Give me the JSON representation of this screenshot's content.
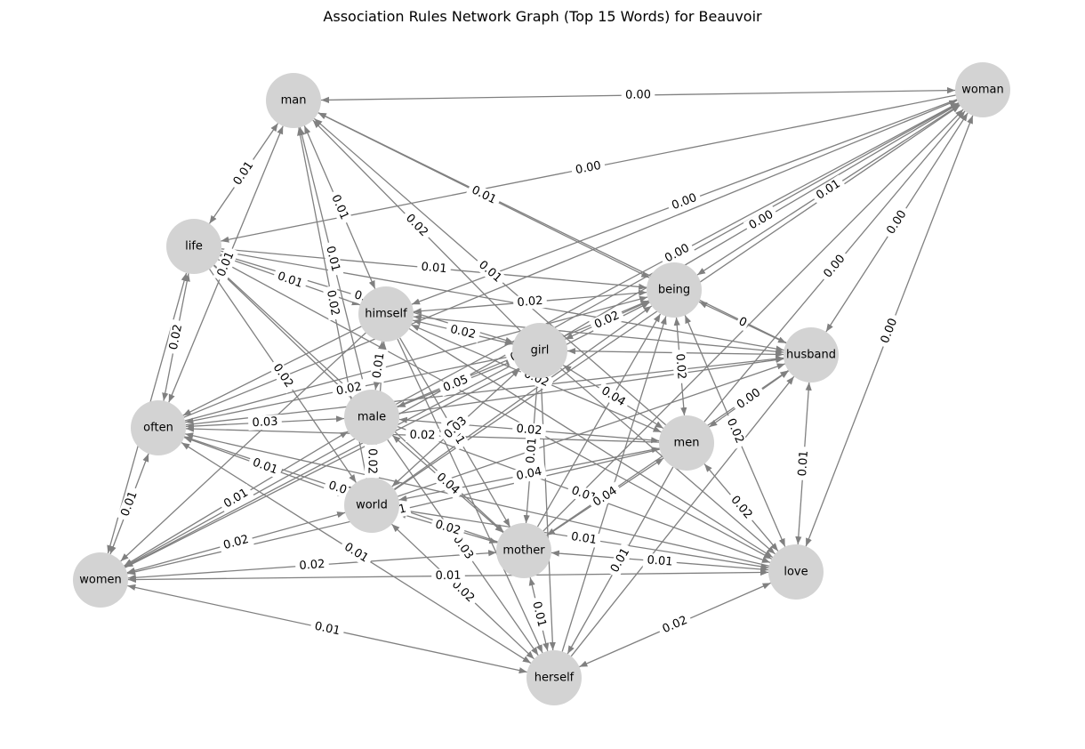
{
  "title": "Association Rules Network Graph (Top 15 Words) for Beauvoir",
  "colors": {
    "node_fill": "#d3d3d3",
    "edge": "#808080",
    "label_text": "#000000",
    "background": "#ffffff"
  },
  "nodes": [
    {
      "id": "man",
      "label": "man"
    },
    {
      "id": "woman",
      "label": "woman"
    },
    {
      "id": "life",
      "label": "life"
    },
    {
      "id": "being",
      "label": "being"
    },
    {
      "id": "himself",
      "label": "himself"
    },
    {
      "id": "girl",
      "label": "girl"
    },
    {
      "id": "husband",
      "label": "husband"
    },
    {
      "id": "often",
      "label": "often"
    },
    {
      "id": "male",
      "label": "male"
    },
    {
      "id": "men",
      "label": "men"
    },
    {
      "id": "world",
      "label": "world"
    },
    {
      "id": "mother",
      "label": "mother"
    },
    {
      "id": "love",
      "label": "love"
    },
    {
      "id": "women",
      "label": "women"
    },
    {
      "id": "herself",
      "label": "herself"
    }
  ],
  "edges": [
    {
      "source": "woman",
      "target": "man",
      "label": "0.00",
      "dir": "both"
    },
    {
      "source": "woman",
      "target": "life",
      "label": "0.00",
      "dir": "forward"
    },
    {
      "source": "man",
      "target": "being",
      "label": "0.01",
      "dir": "both"
    },
    {
      "source": "man",
      "target": "life",
      "label": "0.01",
      "dir": "both"
    },
    {
      "source": "man",
      "target": "men",
      "label": "0.01",
      "dir": "backward"
    },
    {
      "source": "man",
      "target": "himself",
      "label": "0.01",
      "dir": "both"
    },
    {
      "source": "man",
      "target": "girl",
      "label": "0.02",
      "dir": "backward"
    },
    {
      "source": "man",
      "target": "male",
      "label": "0.01",
      "dir": "backward"
    },
    {
      "source": "man",
      "target": "often",
      "label": "0.01",
      "dir": "both"
    },
    {
      "source": "man",
      "target": "world",
      "label": "0.02",
      "dir": "backward"
    },
    {
      "source": "man",
      "target": "husband",
      "label": "",
      "dir": "backward"
    },
    {
      "source": "woman",
      "target": "himself",
      "label": "0.00",
      "dir": "forward"
    },
    {
      "source": "woman",
      "target": "girl",
      "label": "0.00",
      "dir": "backward"
    },
    {
      "source": "woman",
      "target": "being",
      "label": "0.01",
      "dir": "both"
    },
    {
      "source": "woman",
      "target": "husband",
      "label": "0.00",
      "dir": "both"
    },
    {
      "source": "woman",
      "target": "love",
      "label": "0.00",
      "dir": "both"
    },
    {
      "source": "woman",
      "target": "men",
      "label": "0.00",
      "dir": "backward"
    },
    {
      "source": "woman",
      "target": "male",
      "label": "0.00",
      "dir": "backward"
    },
    {
      "source": "woman",
      "target": "often",
      "label": "",
      "dir": "backward"
    },
    {
      "source": "woman",
      "target": "women",
      "label": "",
      "dir": "backward"
    },
    {
      "source": "woman",
      "target": "mother",
      "label": "",
      "dir": "backward"
    },
    {
      "source": "woman",
      "target": "world",
      "label": "0.00",
      "dir": "backward"
    },
    {
      "source": "life",
      "target": "being",
      "label": "0.01",
      "dir": "forward"
    },
    {
      "source": "life",
      "target": "often",
      "label": "0.02",
      "dir": "both"
    },
    {
      "source": "life",
      "target": "himself",
      "label": "0.01",
      "dir": "forward"
    },
    {
      "source": "life",
      "target": "girl",
      "label": "0.02",
      "dir": "forward"
    },
    {
      "source": "life",
      "target": "world",
      "label": "0.02",
      "dir": "forward"
    },
    {
      "source": "life",
      "target": "mother",
      "label": "",
      "dir": "forward"
    },
    {
      "source": "life",
      "target": "husband",
      "label": "",
      "dir": "forward"
    },
    {
      "source": "life",
      "target": "women",
      "label": "",
      "dir": "both"
    },
    {
      "source": "life",
      "target": "male",
      "label": "",
      "dir": "forward"
    },
    {
      "source": "life",
      "target": "love",
      "label": "",
      "dir": "forward"
    },
    {
      "source": "being",
      "target": "husband",
      "label": "0",
      "dir": "both"
    },
    {
      "source": "being",
      "target": "men",
      "label": "0.02",
      "dir": "both"
    },
    {
      "source": "being",
      "target": "love",
      "label": "0.02",
      "dir": "both"
    },
    {
      "source": "being",
      "target": "herself",
      "label": "",
      "dir": "backward"
    },
    {
      "source": "being",
      "target": "girl",
      "label": "0.02",
      "dir": "both"
    },
    {
      "source": "being",
      "target": "himself",
      "label": "0.02",
      "dir": "both"
    },
    {
      "source": "being",
      "target": "male",
      "label": "0.01",
      "dir": "backward"
    },
    {
      "source": "being",
      "target": "often",
      "label": "",
      "dir": "backward"
    },
    {
      "source": "being",
      "target": "women",
      "label": "",
      "dir": "backward"
    },
    {
      "source": "being",
      "target": "world",
      "label": "",
      "dir": "backward"
    },
    {
      "source": "being",
      "target": "mother",
      "label": "",
      "dir": "backward"
    },
    {
      "source": "himself",
      "target": "girl",
      "label": "0.02",
      "dir": "both"
    },
    {
      "source": "himself",
      "target": "male",
      "label": "0.01",
      "dir": "both"
    },
    {
      "source": "himself",
      "target": "often",
      "label": "",
      "dir": "forward"
    },
    {
      "source": "himself",
      "target": "husband",
      "label": "",
      "dir": "both"
    },
    {
      "source": "himself",
      "target": "men",
      "label": "0.02",
      "dir": "both"
    },
    {
      "source": "himself",
      "target": "mother",
      "label": "0.01",
      "dir": "forward"
    },
    {
      "source": "himself",
      "target": "world",
      "label": "",
      "dir": "backward"
    },
    {
      "source": "himself",
      "target": "love",
      "label": "",
      "dir": "forward"
    },
    {
      "source": "himself",
      "target": "women",
      "label": "",
      "dir": "forward"
    },
    {
      "source": "himself",
      "target": "herself",
      "label": "",
      "dir": "forward"
    },
    {
      "source": "girl",
      "target": "husband",
      "label": "",
      "dir": "both"
    },
    {
      "source": "girl",
      "target": "male",
      "label": "0.05",
      "dir": "both"
    },
    {
      "source": "girl",
      "target": "men",
      "label": "0.04",
      "dir": "both"
    },
    {
      "source": "girl",
      "target": "often",
      "label": "0.02",
      "dir": "forward"
    },
    {
      "source": "girl",
      "target": "world",
      "label": "0.03",
      "dir": "both"
    },
    {
      "source": "girl",
      "target": "mother",
      "label": "0.01",
      "dir": "both"
    },
    {
      "source": "girl",
      "target": "women",
      "label": "",
      "dir": "forward"
    },
    {
      "source": "girl",
      "target": "herself",
      "label": "",
      "dir": "forward"
    },
    {
      "source": "girl",
      "target": "love",
      "label": "",
      "dir": "forward"
    },
    {
      "source": "husband",
      "target": "men",
      "label": "0.00",
      "dir": "both"
    },
    {
      "source": "husband",
      "target": "love",
      "label": "0.01",
      "dir": "both"
    },
    {
      "source": "husband",
      "target": "male",
      "label": "",
      "dir": "backward"
    },
    {
      "source": "husband",
      "target": "often",
      "label": "",
      "dir": "backward"
    },
    {
      "source": "husband",
      "target": "world",
      "label": "",
      "dir": "backward"
    },
    {
      "source": "husband",
      "target": "herself",
      "label": "",
      "dir": "backward"
    },
    {
      "source": "husband",
      "target": "mother",
      "label": "",
      "dir": "backward"
    },
    {
      "source": "often",
      "target": "male",
      "label": "0.03",
      "dir": "both"
    },
    {
      "source": "often",
      "target": "women",
      "label": "0.01",
      "dir": "both"
    },
    {
      "source": "often",
      "target": "world",
      "label": "0.01",
      "dir": "both"
    },
    {
      "source": "often",
      "target": "men",
      "label": "0.02",
      "dir": "backward"
    },
    {
      "source": "often",
      "target": "mother",
      "label": "0.01",
      "dir": "backward"
    },
    {
      "source": "often",
      "target": "herself",
      "label": "0.01",
      "dir": "both"
    },
    {
      "source": "often",
      "target": "love",
      "label": "",
      "dir": "backward"
    },
    {
      "source": "male",
      "target": "men",
      "label": "0.02",
      "dir": "both"
    },
    {
      "source": "male",
      "target": "world",
      "label": "0.02",
      "dir": "both"
    },
    {
      "source": "male",
      "target": "mother",
      "label": "0.04",
      "dir": "both"
    },
    {
      "source": "male",
      "target": "women",
      "label": "0.01",
      "dir": "both"
    },
    {
      "source": "male",
      "target": "love",
      "label": "0.01",
      "dir": "forward"
    },
    {
      "source": "male",
      "target": "herself",
      "label": "0.03",
      "dir": "forward"
    },
    {
      "source": "men",
      "target": "world",
      "label": "0.04",
      "dir": "both"
    },
    {
      "source": "men",
      "target": "love",
      "label": "0.02",
      "dir": "both"
    },
    {
      "source": "men",
      "target": "mother",
      "label": "0.04",
      "dir": "both"
    },
    {
      "source": "men",
      "target": "women",
      "label": "0.01",
      "dir": "forward"
    },
    {
      "source": "men",
      "target": "herself",
      "label": "0.01",
      "dir": "forward"
    },
    {
      "source": "world",
      "target": "women",
      "label": "0.02",
      "dir": "both"
    },
    {
      "source": "world",
      "target": "mother",
      "label": "0.02",
      "dir": "both"
    },
    {
      "source": "world",
      "target": "herself",
      "label": "0.02",
      "dir": "both"
    },
    {
      "source": "world",
      "target": "love",
      "label": "0.01",
      "dir": "forward"
    },
    {
      "source": "mother",
      "target": "women",
      "label": "0.02",
      "dir": "both"
    },
    {
      "source": "mother",
      "target": "herself",
      "label": "0.01",
      "dir": "both"
    },
    {
      "source": "mother",
      "target": "love",
      "label": "0.01",
      "dir": "both"
    },
    {
      "source": "women",
      "target": "love",
      "label": "0.01",
      "dir": "both"
    },
    {
      "source": "women",
      "target": "herself",
      "label": "0.01",
      "dir": "both"
    },
    {
      "source": "love",
      "target": "herself",
      "label": "0.02",
      "dir": "both"
    }
  ]
}
